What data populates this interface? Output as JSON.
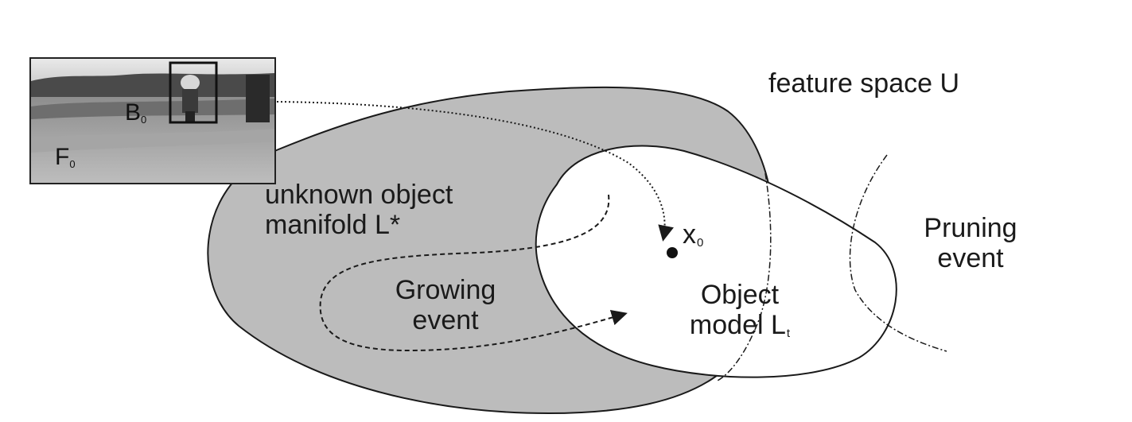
{
  "feature_space_label": "feature space U",
  "unknown_manifold": {
    "line1": "unknown object",
    "line2": "manifold L*"
  },
  "object_model": {
    "line1": "Object",
    "line2_main": "model L",
    "line2_sub": "t"
  },
  "growing_event": {
    "line1": "Growing",
    "line2": "event"
  },
  "pruning_event": {
    "line1": "Pruning",
    "line2": "event"
  },
  "x0": {
    "main": "x",
    "sub": "0"
  },
  "frame": {
    "frame_label_main": "F",
    "frame_label_sub": "0",
    "box_label_main": "B",
    "box_label_sub": "0"
  },
  "colors": {
    "manifold_fill": "#bcbcbc",
    "outline": "#1a1a1a",
    "background": "#ffffff"
  }
}
